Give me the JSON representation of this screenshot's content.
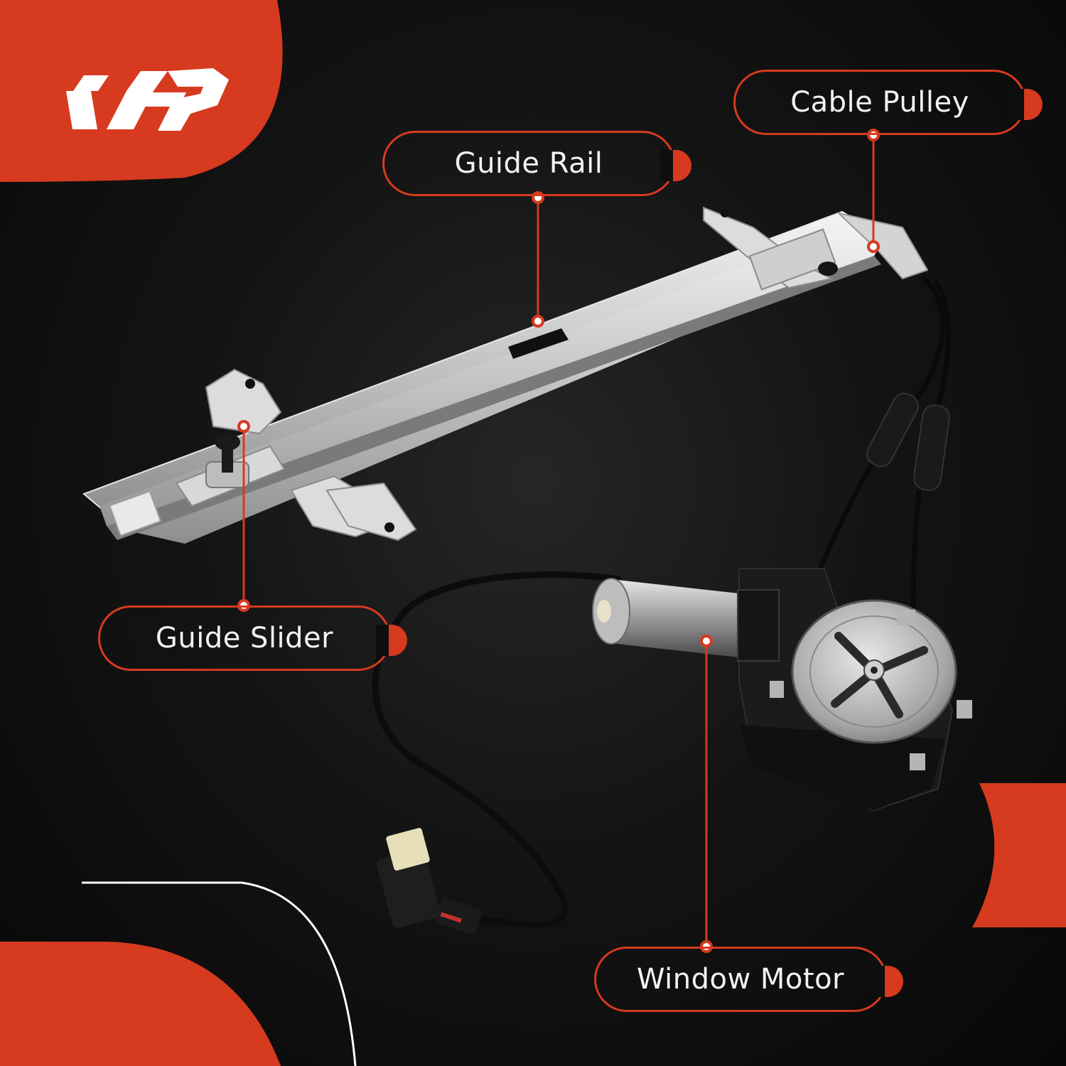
{
  "brand": {
    "logo_name": "A-Premium",
    "accent_color": "#d63a1f"
  },
  "callouts": [
    {
      "id": "guide-rail",
      "label": "Guide Rail"
    },
    {
      "id": "cable-pulley",
      "label": "Cable Pulley"
    },
    {
      "id": "guide-slider",
      "label": "Guide Slider"
    },
    {
      "id": "window-motor",
      "label": "Window Motor"
    }
  ],
  "product": {
    "parts": [
      "guide-rail",
      "cable-pulley",
      "guide-slider",
      "window-motor",
      "cables",
      "wire-harness",
      "connector"
    ]
  }
}
